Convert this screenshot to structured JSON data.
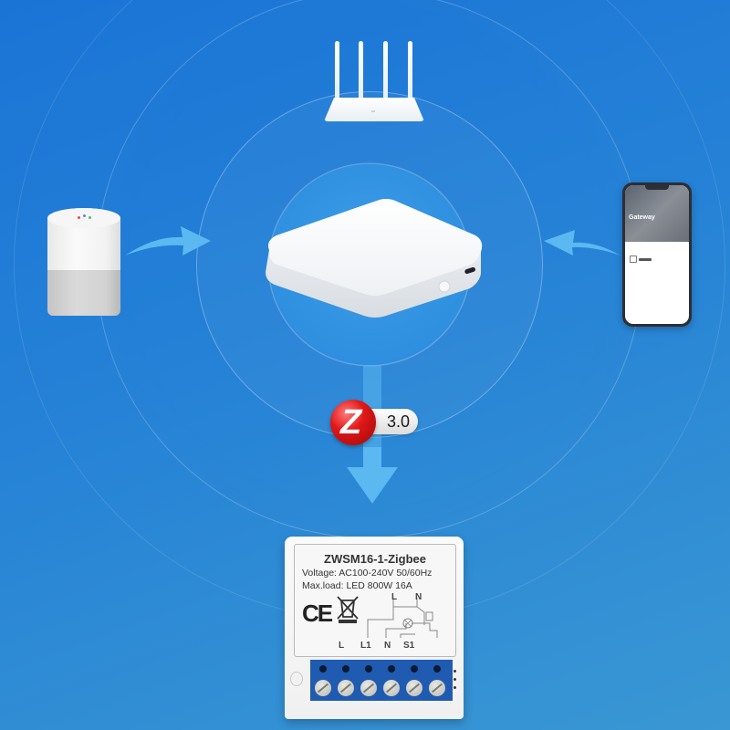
{
  "scene": {
    "description": "Zigbee smart home gateway connectivity illustration",
    "background_colors": {
      "top_left": "#1a74d6",
      "bottom_right": "#3a97d3"
    },
    "accent_arrow_color": "#5bb8f0"
  },
  "devices": {
    "router": {
      "name": "wifi-router",
      "antennas": 4
    },
    "speaker": {
      "name": "smart-speaker",
      "led_colors": [
        "#e84b4b",
        "#4b8be8",
        "#4bc26b"
      ]
    },
    "hub": {
      "name": "zigbee-gateway-hub"
    },
    "phone": {
      "name": "smartphone-app",
      "screen_title": "Gateway",
      "screen_subtitle": "",
      "section_label": "",
      "device_name": "",
      "footer_text": ""
    }
  },
  "zigbee_badge": {
    "letter": "Z",
    "version": "3.0",
    "ball_color": "#e01818"
  },
  "module": {
    "model": "ZWSM16-1-Zigbee",
    "voltage": "Voltage: AC100-240V 50/60Hz",
    "max_load": "Max.load: LED 800W 16A",
    "ce_mark": "CE",
    "diagram_top_labels": [
      "L",
      "N"
    ],
    "terminal_labels": [
      "L",
      "L1",
      "N",
      "S1"
    ],
    "terminal_count": 6,
    "terminal_block_color": "#1f5bb0"
  }
}
